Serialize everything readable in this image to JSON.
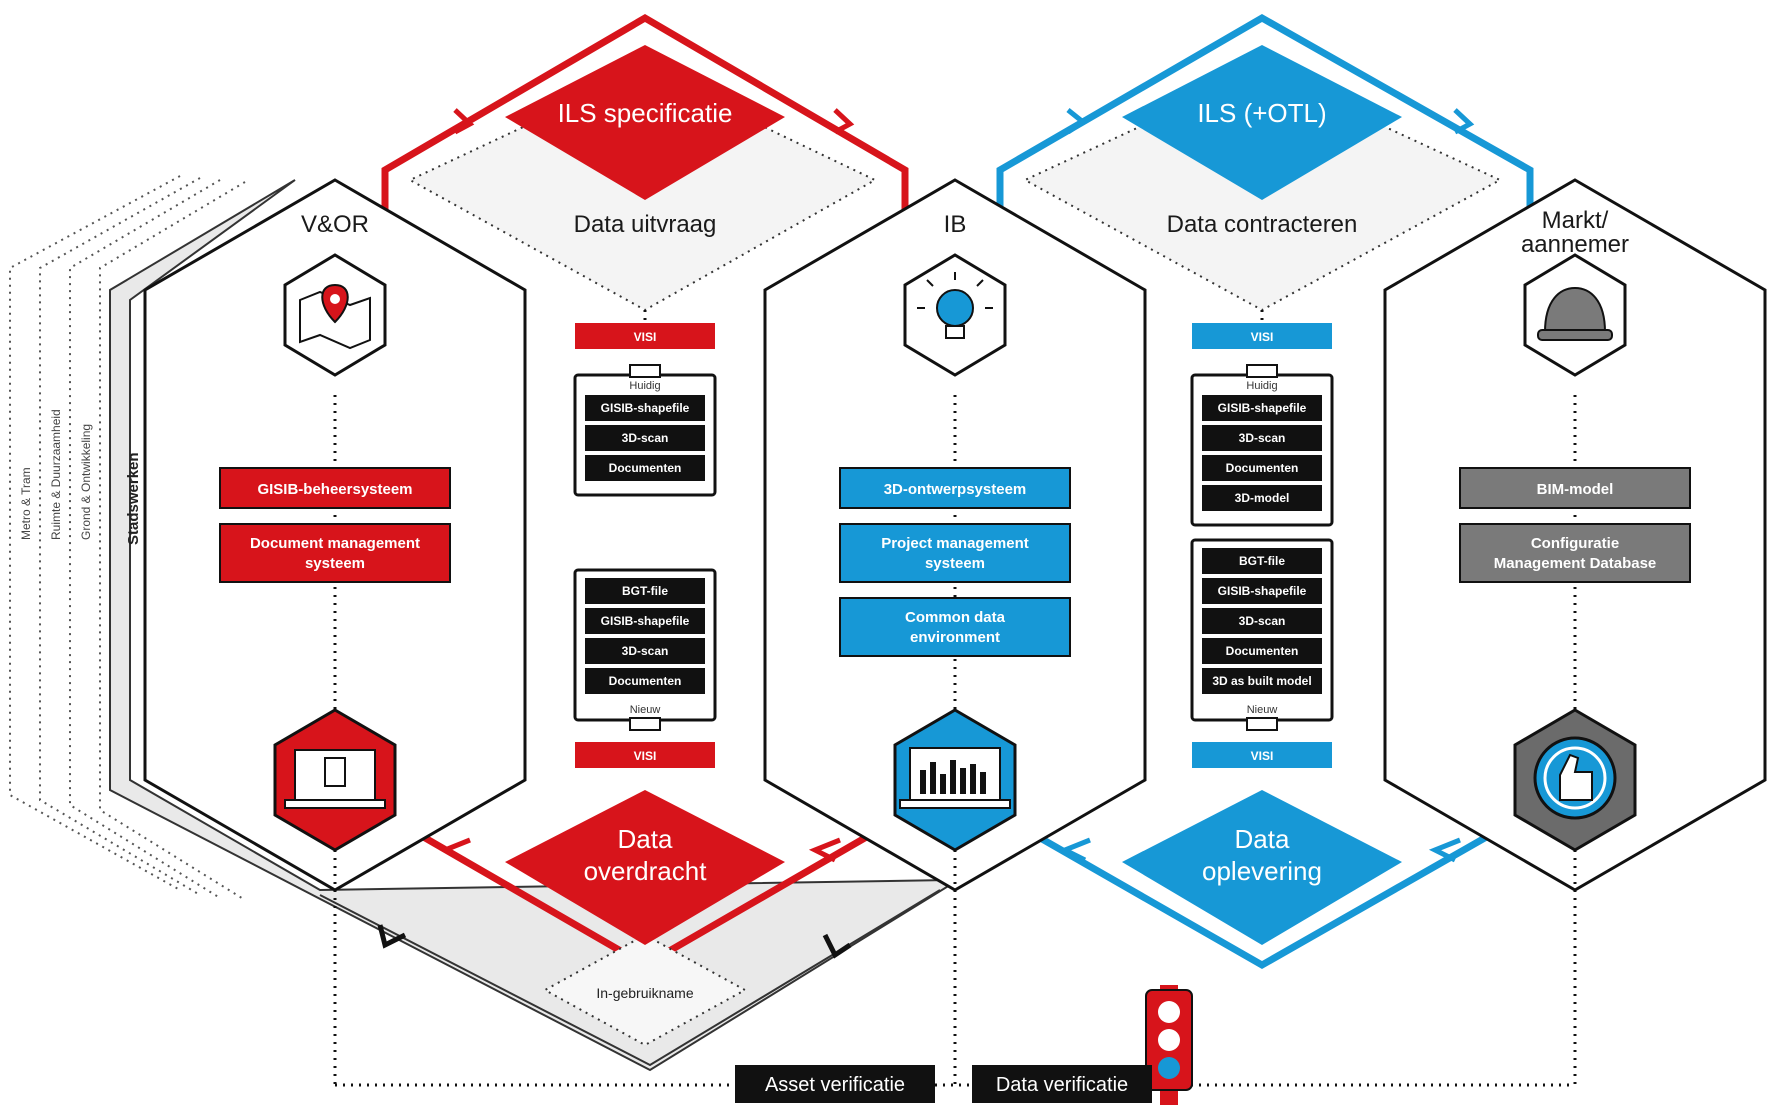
{
  "colors": {
    "red": "#d7141b",
    "blue": "#1798d6",
    "grey": "#7a7a7a",
    "dark": "#1a1a1a"
  },
  "hexagons": {
    "vor": {
      "title": "V&OR",
      "systems": [
        "GISIB-beheersysteem",
        "Document management systeem"
      ]
    },
    "ib": {
      "title": "IB",
      "systems": [
        "3D-ontwerpsysteem",
        "Project management systeem",
        "Common data environment"
      ]
    },
    "markt": {
      "title": "Markt/ aannemer",
      "systems": [
        "BIM-model",
        "Configuratie Management Database"
      ]
    }
  },
  "diamonds": {
    "ils_spec": "ILS specificatie",
    "ils_otl": "ILS (+OTL)",
    "data_overdracht": "Data overdracht",
    "data_oplevering": "Data oplevering"
  },
  "labels": {
    "data_uitvraag": "Data uitvraag",
    "data_contracteren": "Data contracteren",
    "in_gebruikname": "In-gebruikname",
    "asset_verificatie": "Asset verificatie",
    "data_verificatie": "Data verificatie",
    "stadswerken": "Stadswerken",
    "metro_tram": "Metro & Tram",
    "ruimte": "Ruimte & Duurzaamheid",
    "grond": "Grond & Ontwikkeling"
  },
  "stacks": {
    "visi": "VISI",
    "huidig": "Huidig",
    "nieuw": "Nieuw",
    "left_top": [
      "GISIB-shapefile",
      "3D-scan",
      "Documenten"
    ],
    "left_bottom": [
      "BGT-file",
      "GISIB-shapefile",
      "3D-scan",
      "Documenten"
    ],
    "right_top": [
      "GISIB-shapefile",
      "3D-scan",
      "Documenten",
      "3D-model"
    ],
    "right_bottom": [
      "BGT-file",
      "GISIB-shapefile",
      "3D-scan",
      "Documenten",
      "3D as built model"
    ]
  },
  "icons": [
    "map-pin-icon",
    "lightbulb-icon",
    "hard-hat-icon",
    "laptop-document-icon",
    "laptop-chart-icon",
    "thumbs-up-icon",
    "traffic-light-icon"
  ]
}
